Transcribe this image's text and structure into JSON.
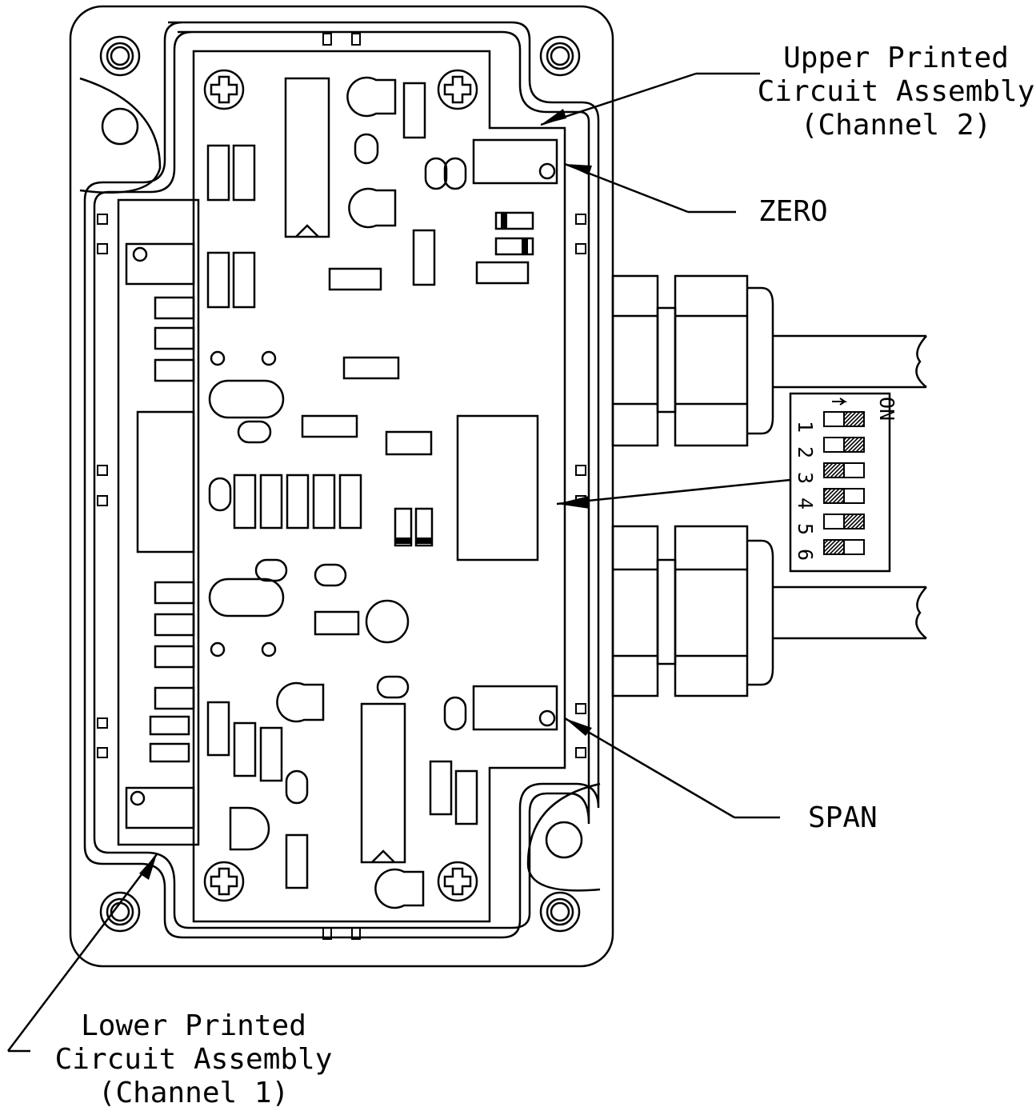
{
  "labels": {
    "upper_pca": [
      "Upper Printed",
      "Circuit Assembly",
      "(Channel 2)"
    ],
    "lower_pca": [
      "Lower Printed",
      "Circuit Assembly",
      "(Channel 1)"
    ],
    "zero": "ZERO",
    "span": "SPAN"
  },
  "dip_switch": {
    "on_label": "ON",
    "positions": [
      "1",
      "2",
      "3",
      "4",
      "5",
      "6"
    ],
    "states_detail": [
      "off",
      "off",
      "on",
      "on",
      "off",
      "on"
    ]
  },
  "colors": {
    "line": "#000000",
    "background": "#ffffff"
  }
}
